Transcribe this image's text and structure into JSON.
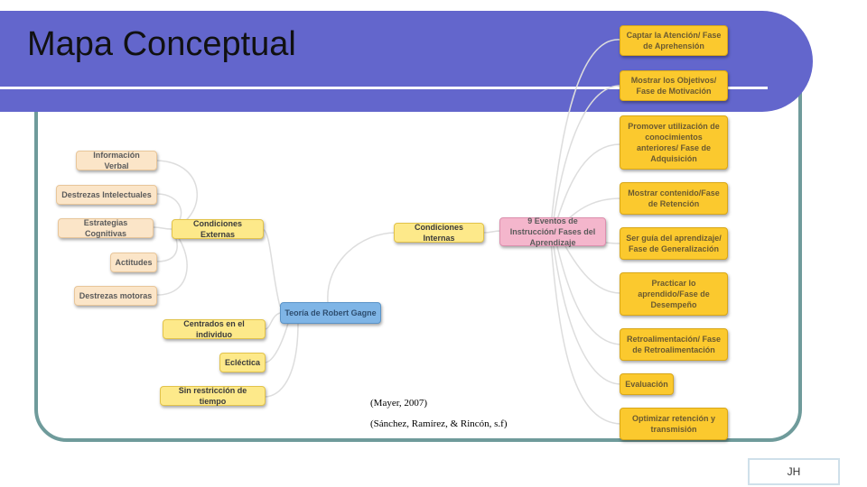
{
  "title": "Mapa Conceptual",
  "center": "Teoría de Robert Gagne",
  "branches": {
    "externas": "Condiciones Externas",
    "internas": "Condiciones Internas",
    "centrados": "Centrados en el individuo",
    "eclectica": "Ecléctica",
    "sin_restriccion": "Sin restricción de tiempo",
    "eventos": "9 Eventos de Instrucción/ Fases del Aprendizaje"
  },
  "externas_children": [
    "Información Verbal",
    "Destrezas Intelectuales",
    "Estrategias Cognitivas",
    "Actitudes",
    "Destrezas motoras"
  ],
  "eventos_children": [
    "Captar la Atención/ Fase de Aprehensión",
    "Mostrar los Objetivos/ Fase de Motivación",
    "Promover utilización de conocimientos anteriores/ Fase de Adquisición",
    "Mostrar contenido/Fase de Retención",
    "Ser guía del aprendizaje/ Fase de Generalización",
    "Practicar lo aprendido/Fase de Desempeño",
    "Retroalimentación/ Fase de Retroalimentación",
    "Evaluación",
    "Optimizar retención y transmisión"
  ],
  "references": [
    "(Mayer, 2007)",
    "(Sánchez, Ramírez, & Rincón, s.f)"
  ],
  "footer": "JH"
}
